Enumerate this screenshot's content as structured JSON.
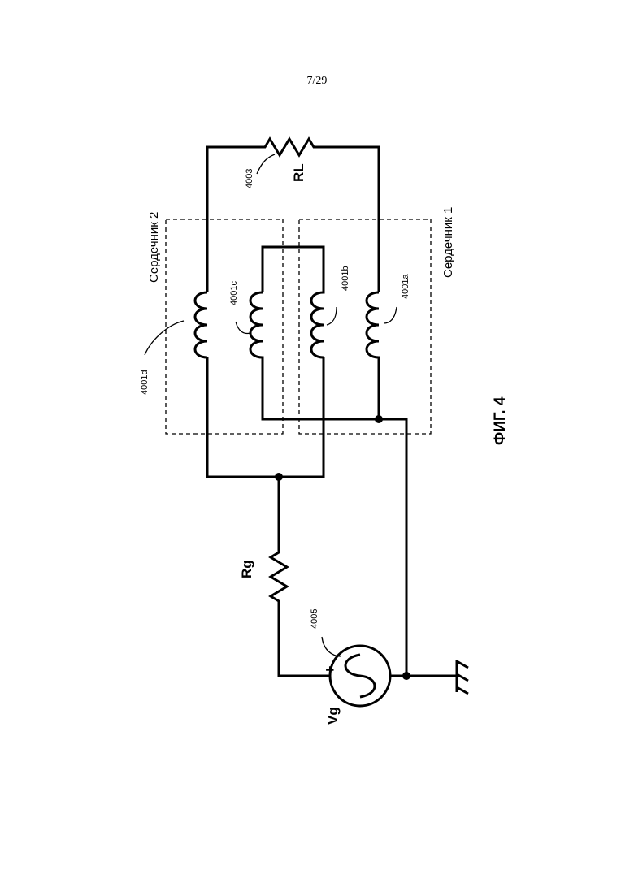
{
  "page": {
    "number": "7/29"
  },
  "figure": {
    "caption": "ФИГ. 4"
  },
  "cores": [
    {
      "id": "core1",
      "label": "Сердечник 1"
    },
    {
      "id": "core2",
      "label": "Сердечник 2"
    }
  ],
  "components": {
    "load_resistor": {
      "ref": "4003",
      "name": "RL"
    },
    "generator_resistor": {
      "name": "Rg"
    },
    "source": {
      "ref": "4005",
      "name": "Vg",
      "polarity": "+"
    },
    "windings": [
      {
        "ref": "4001a"
      },
      {
        "ref": "4001b"
      },
      {
        "ref": "4001c"
      },
      {
        "ref": "4001d"
      }
    ]
  }
}
